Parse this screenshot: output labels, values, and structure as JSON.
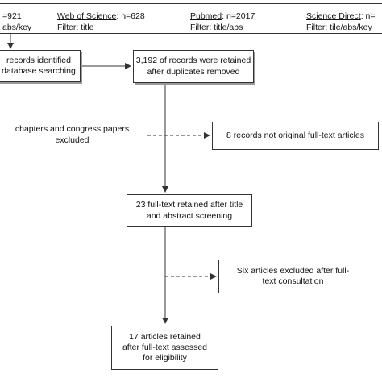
{
  "sources": [
    {
      "name": "",
      "count": "921",
      "filter": "abs/key"
    },
    {
      "name": "Web of Science",
      "count": "n=628",
      "filter": "Filter: title"
    },
    {
      "name": "Pubmed",
      "count": "n=2017",
      "filter": "Filter: title/abs"
    },
    {
      "name": "Science Direct",
      "count": "n=",
      "filter": "Filter: tile/abs/key"
    }
  ],
  "boxes": {
    "identified": "records identified\ndatabase searching",
    "retained": "3,192 of records were retained\nafter duplicates removed",
    "excluded_chapters": "chapters and congress papers\nexcluded",
    "not_original": "8 records not original full-text articles",
    "screening": "23 full-text retained after title\nand abstract screening",
    "six_excluded": "Six articles excluded after full-\ntext consultation",
    "final": "17 articles retained\nafter full-text assessed\nfor eligibility"
  }
}
